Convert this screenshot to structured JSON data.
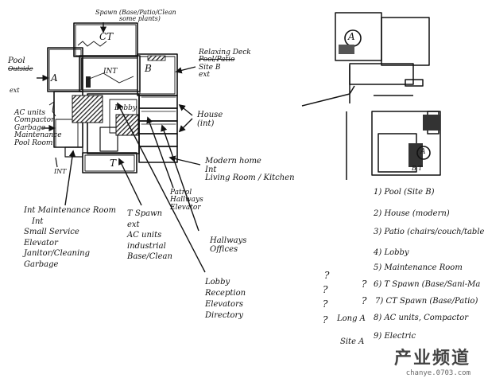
{
  "left_sketch": {
    "room_labels": {
      "ct": "CT",
      "a": "A",
      "int_top": "INT",
      "b": "B",
      "t": "T",
      "lobby": "Lobby",
      "int_bottom": "INT"
    },
    "annotations": {
      "ct_spawn": [
        "Spawn (Base/Patio/Clean",
        "some plants)"
      ],
      "pool": [
        "Pool",
        "Outside"
      ],
      "ext_a": "ext",
      "relaxing": [
        "Relaxing Deck",
        "Pool/Patio",
        "Site B",
        "ext"
      ],
      "house": [
        "House",
        "(int)"
      ],
      "ac_units": [
        "AC units",
        "Compactor",
        "Garbage",
        "Maintenance",
        "Pool Room"
      ],
      "modern_home": [
        "Modern home",
        "Int",
        "Living Room / Kitchen"
      ],
      "int_maintenance": [
        "Int Maintenance Room",
        "Int",
        "Small Service",
        "Elevator",
        "Janitor/Cleaning",
        "Garbage"
      ],
      "t_spawn": [
        "T Spawn",
        "ext",
        "AC units",
        "industrial",
        "Base/Clean"
      ],
      "patrol": [
        "Patrol",
        "Hallways",
        "Elevator"
      ],
      "hallways": [
        "Hallways",
        "Offices"
      ],
      "lobby_list": [
        "Lobby",
        "Reception",
        "Elevators",
        "Directory"
      ]
    }
  },
  "right_sketch": {
    "room_labels": {
      "a": "A",
      "b": "B",
      "t": "T"
    }
  },
  "legend": {
    "items": [
      "1) Pool (Site B)",
      "2) House (modern)",
      "3) Patio (chairs/couch/table",
      "4) Lobby",
      "5) Maintenance Room",
      "6) T Spawn (Base/Sani-Ma",
      "7) CT Spawn (Base/Patio)",
      "8) AC units, Compactor",
      "9) Electric"
    ],
    "margin_notes": [
      "?",
      "?",
      "?",
      "?",
      "?",
      "Long A",
      "Site A",
      "?"
    ]
  },
  "watermark": {
    "cn": "产业频道",
    "url": "chanye.0703.com"
  }
}
